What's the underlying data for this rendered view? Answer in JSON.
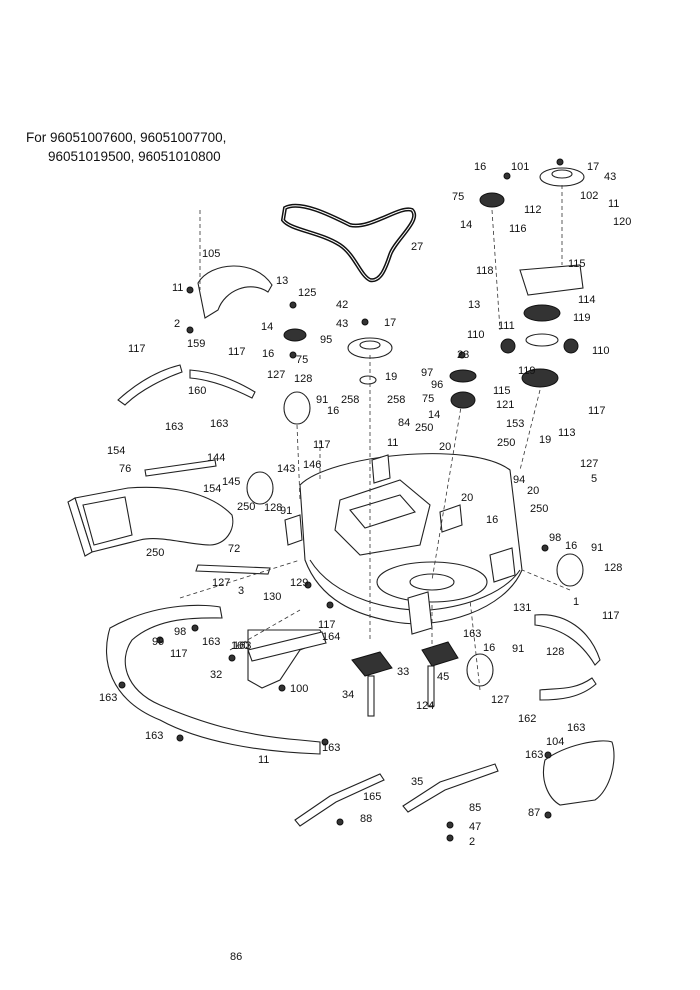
{
  "header": {
    "line1": "For 96051007600, 96051007700,",
    "line2": "96051019500, 96051010800"
  },
  "callouts": [
    "16",
    "101",
    "17",
    "43",
    "75",
    "102",
    "11",
    "112",
    "120",
    "14",
    "116",
    "27",
    "105",
    "13",
    "118",
    "115",
    "125",
    "42",
    "13",
    "114",
    "11",
    "14",
    "2",
    "95",
    "43",
    "17",
    "119",
    "111",
    "110",
    "110",
    "16",
    "75",
    "23",
    "159",
    "117",
    "117",
    "127",
    "128",
    "19",
    "97",
    "96",
    "119",
    "160",
    "115",
    "75",
    "91",
    "16",
    "258",
    "258",
    "121",
    "117",
    "163",
    "163",
    "84",
    "14",
    "113",
    "153",
    "19",
    "117",
    "11",
    "250",
    "20",
    "250",
    "154",
    "144",
    "146",
    "76",
    "143",
    "154",
    "145",
    "127",
    "5",
    "94",
    "20",
    "20",
    "250",
    "128",
    "91",
    "16",
    "250",
    "250",
    "72",
    "98",
    "16",
    "91",
    "128",
    "127",
    "129",
    "3",
    "130",
    "131",
    "1",
    "117",
    "117",
    "98",
    "164",
    "99",
    "163",
    "163",
    "163",
    "16",
    "91",
    "128",
    "117",
    "100",
    "33",
    "45",
    "32",
    "100",
    "163",
    "163",
    "163",
    "127",
    "162",
    "104",
    "34",
    "124",
    "163",
    "163",
    "11",
    "165",
    "35",
    "85",
    "88",
    "47",
    "87",
    "2",
    "86"
  ]
}
